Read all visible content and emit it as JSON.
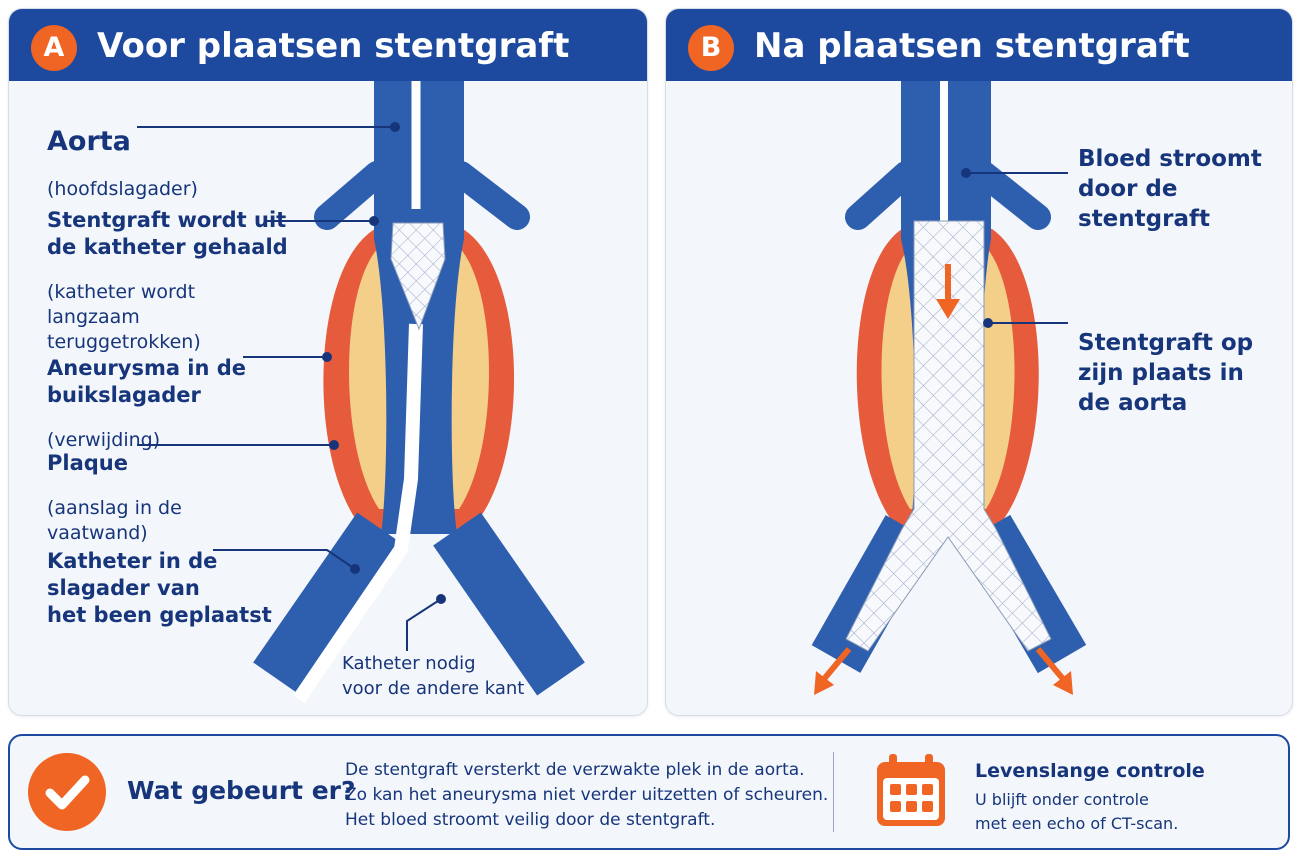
{
  "panel_a": {
    "badge": "A",
    "title": "Voor plaatsen stentgraft",
    "labels": {
      "aorta": {
        "title": "Aorta",
        "sub": "(hoofdslagader)"
      },
      "stentgraft": {
        "title": "Stentgraft wordt uit\nde katheter gehaald",
        "sub": "(katheter wordt\nlangzaam\nteruggetrokken)"
      },
      "aneurysma": {
        "title": "Aneurysma in de\nbuikslagader",
        "sub": "(verwijding)"
      },
      "plaque": {
        "title": "Plaque",
        "sub": "(aanslag in de\nvaatwand)"
      },
      "katheter": {
        "title": "Katheter in de\nslagader van\nhet been geplaatst"
      },
      "katheter_nodig": {
        "text": "Katheter nodig\nvoor de andere kant"
      }
    }
  },
  "panel_b": {
    "badge": "B",
    "title": "Na plaatsen stentgraft",
    "labels": {
      "bloed": {
        "title": "Bloed stroomt\ndoor de\nstentgraft"
      },
      "stentgraft_plaats": {
        "title": "Stentgraft op\nzijn plaats in\nde aorta"
      }
    }
  },
  "bottom": {
    "question": "Wat gebeurt er?",
    "text": "De stentgraft versterkt de verzwakte plek in de aorta.\nZo kan het aneurysma niet verder uitzetten of scheuren.\nHet bloed stroomt veilig door de stentgraft.",
    "control_title": "Levenslange controle",
    "control_text": "U blijft onder controle\nmet een echo of CT-scan."
  },
  "icons": [
    "check-icon",
    "calendar-icon"
  ],
  "colors": {
    "header_blue": "#1d4a9e",
    "vessel_blue": "#2d5fae",
    "accent_orange": "#f06424",
    "aneurysm_red": "#e65b3c",
    "plaque_yellow": "#f3cf8a",
    "text_navy": "#16357a"
  }
}
